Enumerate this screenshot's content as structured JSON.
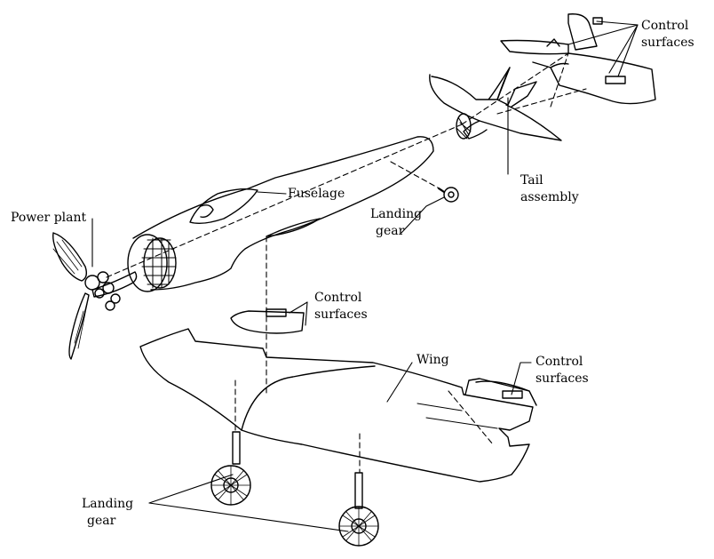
{
  "labels": {
    "power_plant": "Power plant",
    "fuselage": "Fuselage",
    "landing_gear_nose_1": "Landing",
    "landing_gear_nose_2": "gear",
    "control_surfaces_tail_1": "Control",
    "control_surfaces_tail_2": "surfaces",
    "tail_assembly_1": "Tail",
    "tail_assembly_2": "assembly",
    "control_surfaces_mid_1": "Control",
    "control_surfaces_mid_2": "surfaces",
    "wing": "Wing",
    "control_surfaces_wing_1": "Control",
    "control_surfaces_wing_2": "surfaces",
    "landing_gear_main_1": "Landing",
    "landing_gear_main_2": "gear"
  },
  "colors": {
    "ink": "#000000",
    "paper": "#ffffff",
    "hatch": "#000000"
  }
}
